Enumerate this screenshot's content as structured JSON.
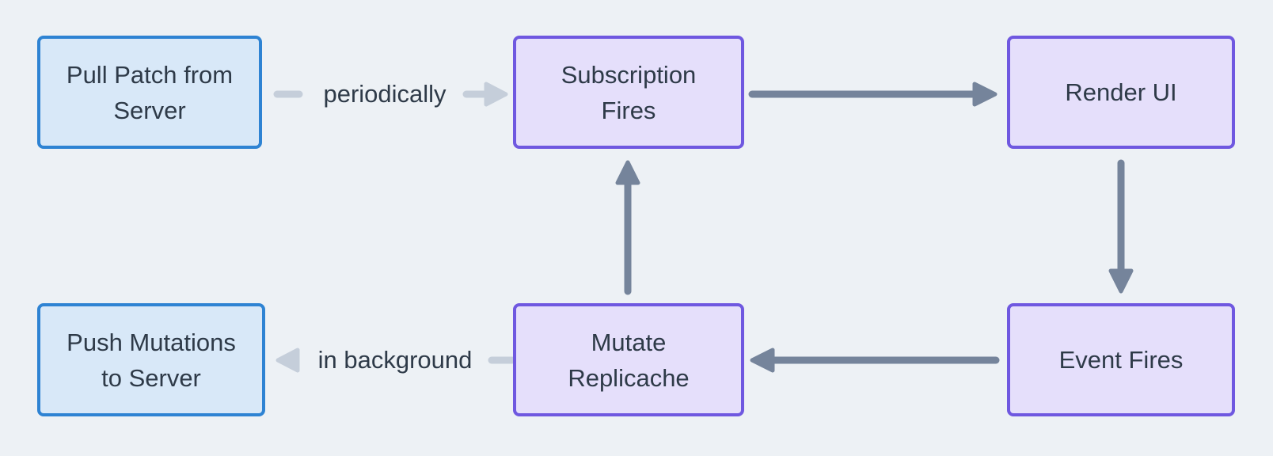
{
  "colors": {
    "background": "#edf1f5",
    "server_node_fill": "#d8e8f8",
    "server_node_border": "#2e83d3",
    "client_node_fill": "#e5dffb",
    "client_node_border": "#6f58e0",
    "arrow_dark": "#75849b",
    "arrow_light": "#c5ceda",
    "text": "#2e3a48"
  },
  "diagram": {
    "nodes": [
      {
        "id": "pull-patch",
        "label": "Pull Patch from Server",
        "style": "server"
      },
      {
        "id": "subscription-fires",
        "label": "Subscription Fires",
        "style": "client"
      },
      {
        "id": "render-ui",
        "label": "Render UI",
        "style": "client"
      },
      {
        "id": "push-mutations",
        "label": "Push Mutations to Server",
        "style": "server"
      },
      {
        "id": "mutate-replicache",
        "label": "Mutate Replicache",
        "style": "client"
      },
      {
        "id": "event-fires",
        "label": "Event Fires",
        "style": "client"
      }
    ],
    "edges": [
      {
        "from": "pull-patch",
        "to": "subscription-fires",
        "label": "periodically",
        "style": "light"
      },
      {
        "from": "subscription-fires",
        "to": "render-ui",
        "label": "",
        "style": "dark"
      },
      {
        "from": "render-ui",
        "to": "event-fires",
        "label": "",
        "style": "dark"
      },
      {
        "from": "event-fires",
        "to": "mutate-replicache",
        "label": "",
        "style": "dark"
      },
      {
        "from": "mutate-replicache",
        "to": "subscription-fires",
        "label": "",
        "style": "dark"
      },
      {
        "from": "mutate-replicache",
        "to": "push-mutations",
        "label": "in background",
        "style": "light"
      }
    ]
  }
}
